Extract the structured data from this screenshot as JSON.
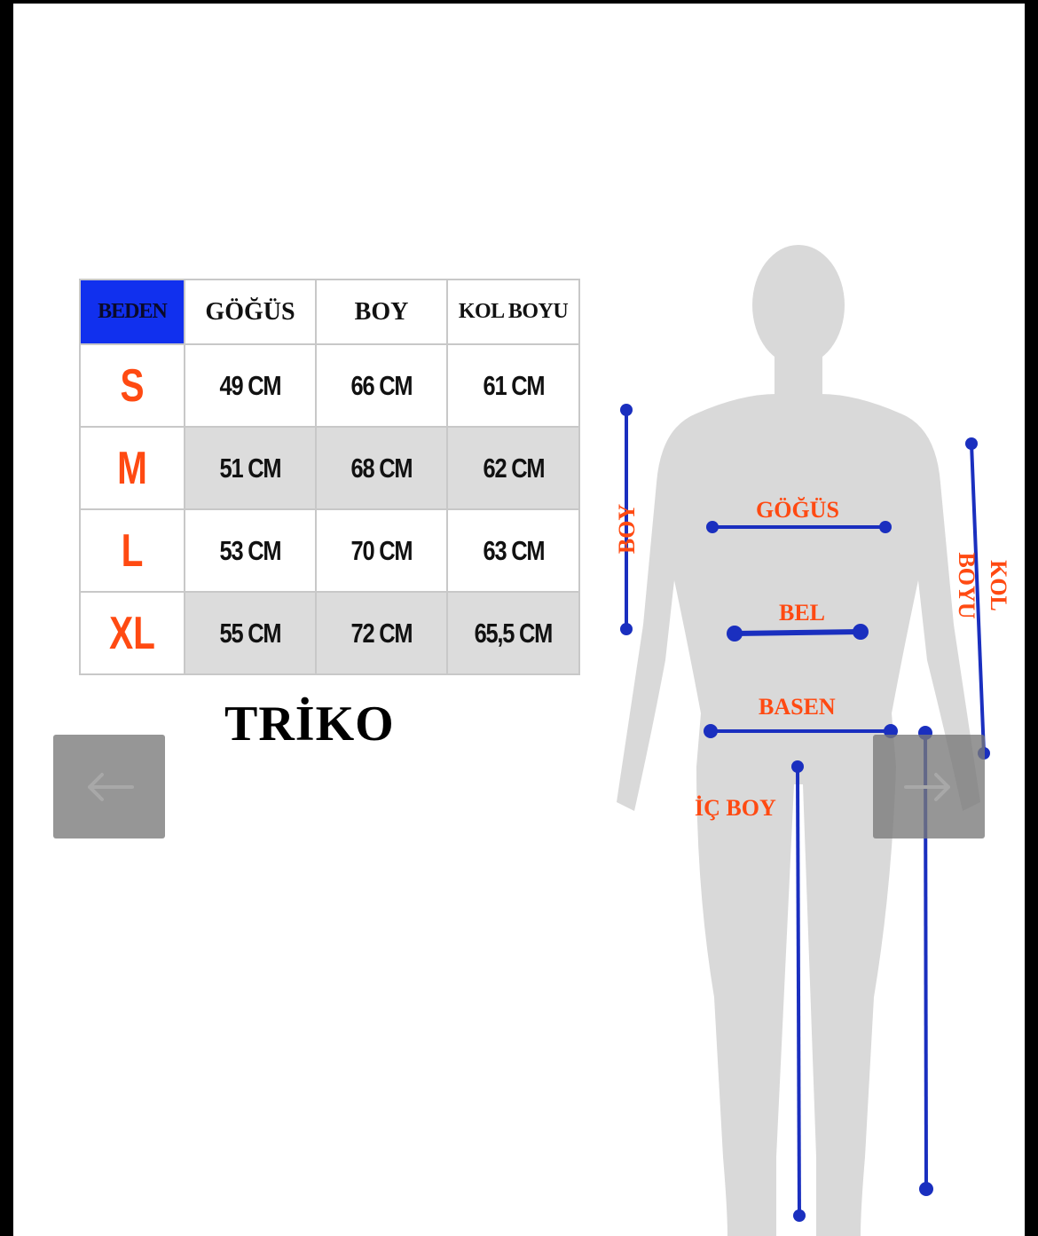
{
  "size_chart": {
    "headers": [
      "BEDEN",
      "GÖĞÜS",
      "BOY",
      "KOL BOYU"
    ],
    "rows": [
      {
        "size": "S",
        "gogus": "49 CM",
        "boy": "66 CM",
        "kol_boyu": "61 CM"
      },
      {
        "size": "M",
        "gogus": "51 CM",
        "boy": "68 CM",
        "kol_boyu": "62 CM"
      },
      {
        "size": "L",
        "gogus": "53 CM",
        "boy": "70 CM",
        "kol_boyu": "63 CM"
      },
      {
        "size": "XL",
        "gogus": "55 CM",
        "boy": "72 CM",
        "kol_boyu": "65,5 CM"
      }
    ],
    "product": "TRİKO"
  },
  "figure_labels": {
    "boy": "BOY",
    "gogus": "GÖĞÜS",
    "bel": "BEL",
    "basen": "BASEN",
    "ic_boy": "İÇ BOY",
    "kol": "KOL",
    "boyu": "BOYU"
  },
  "nav": {
    "prev_icon": "arrow-left-icon",
    "next_icon": "arrow-right-icon"
  },
  "colors": {
    "accent_orange": "#ff4a12",
    "header_blue": "#1130ee",
    "line_blue": "#1a2fbf",
    "silhouette": "#d9d9d9"
  }
}
